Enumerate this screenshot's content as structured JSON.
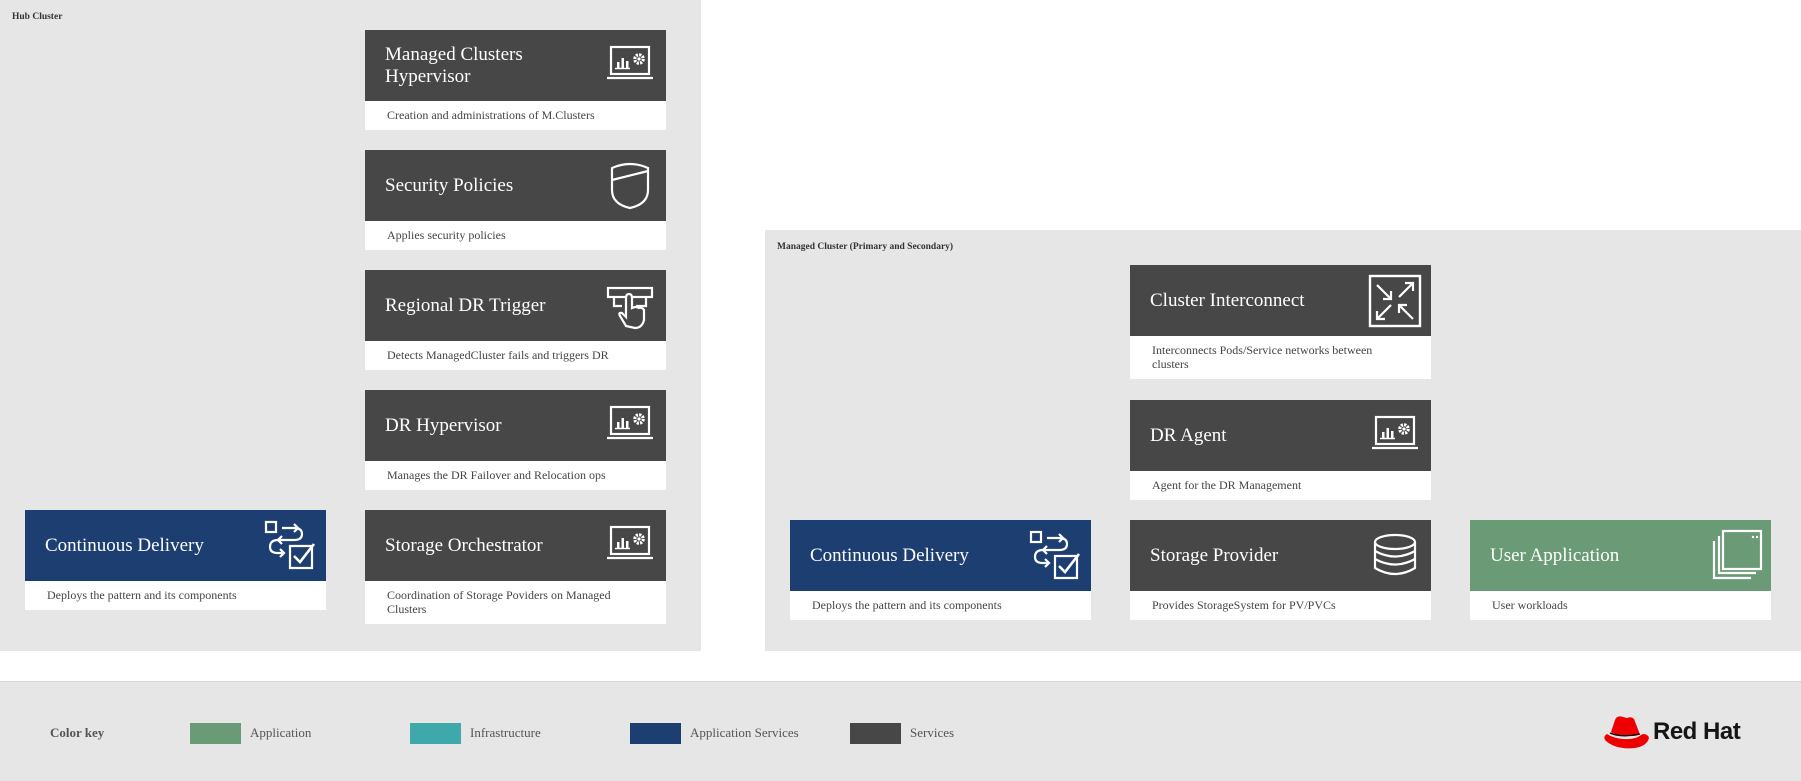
{
  "hub": {
    "title": "Hub Cluster",
    "cards": [
      {
        "title": "Managed Clusters Hypervisor",
        "desc": "Creation and administrations of M.Clusters",
        "icon": "dashboard-gear-icon",
        "color": "#474747"
      },
      {
        "title": "Security Policies",
        "desc": "Applies security policies",
        "icon": "shield-icon",
        "color": "#474747"
      },
      {
        "title": "Regional DR Trigger",
        "desc": "Detects ManagedCluster fails and triggers DR",
        "icon": "hand-pointer-icon",
        "color": "#474747"
      },
      {
        "title": "DR Hypervisor",
        "desc": "Manages the DR Failover and Relocation ops",
        "icon": "dashboard-gear-icon",
        "color": "#474747"
      },
      {
        "title": "Storage Orchestrator",
        "desc": "Coordination of Storage Poviders on Managed Clusters",
        "icon": "dashboard-gear-icon",
        "color": "#474747"
      },
      {
        "title": "Continuous Delivery",
        "desc": "Deploys the pattern and its components",
        "icon": "sync-check-icon",
        "color": "#1d3e71"
      }
    ]
  },
  "managed": {
    "title": "Managed Cluster (Primary and Secondary)",
    "cards": [
      {
        "title": "Cluster Interconnect",
        "desc": "Interconnects Pods/Service networks between clusters",
        "icon": "arrows-interconnect-icon",
        "color": "#474747"
      },
      {
        "title": "DR Agent",
        "desc": "Agent for the DR Management",
        "icon": "dashboard-gear-icon",
        "color": "#474747"
      },
      {
        "title": "Continuous Delivery",
        "desc": "Deploys the pattern and its components",
        "icon": "sync-check-icon",
        "color": "#1d3e71"
      },
      {
        "title": "Storage Provider",
        "desc": "Provides StorageSystem for PV/PVCs",
        "icon": "database-icon",
        "color": "#474747"
      },
      {
        "title": "User Application",
        "desc": "User workloads",
        "icon": "stacked-windows-icon",
        "color": "#6a9b76"
      }
    ]
  },
  "legend": {
    "title": "Color key",
    "items": [
      {
        "label": "Application",
        "color": "#6a9b76"
      },
      {
        "label": "Infrastructure",
        "color": "#3fa8aa"
      },
      {
        "label": "Application Services",
        "color": "#1d3e71"
      },
      {
        "label": "Services",
        "color": "#474747"
      }
    ],
    "brand": "Red Hat",
    "brand_color": "#ee0000"
  }
}
